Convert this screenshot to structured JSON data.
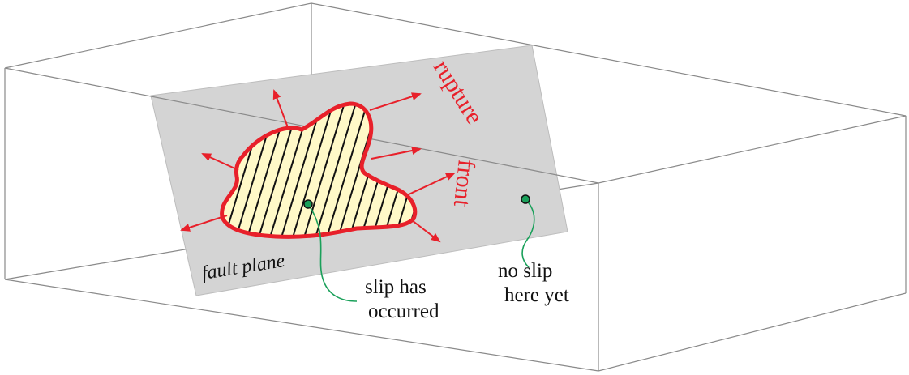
{
  "labels": {
    "fault_plane": "fault plane",
    "rupture": "rupture",
    "front": "front",
    "slip_line1": "slip has",
    "slip_line2": "occurred",
    "noslip_line1": "no slip",
    "noslip_line2": "here yet"
  },
  "colors": {
    "box_edge": "#8a8a8a",
    "plane_fill": "#d4d4d4",
    "rupture_red": "#e8202a",
    "slipped_fill": "#fff9c8",
    "hatch": "#111111",
    "leader_green": "#1aa05a",
    "text": "#111111"
  }
}
